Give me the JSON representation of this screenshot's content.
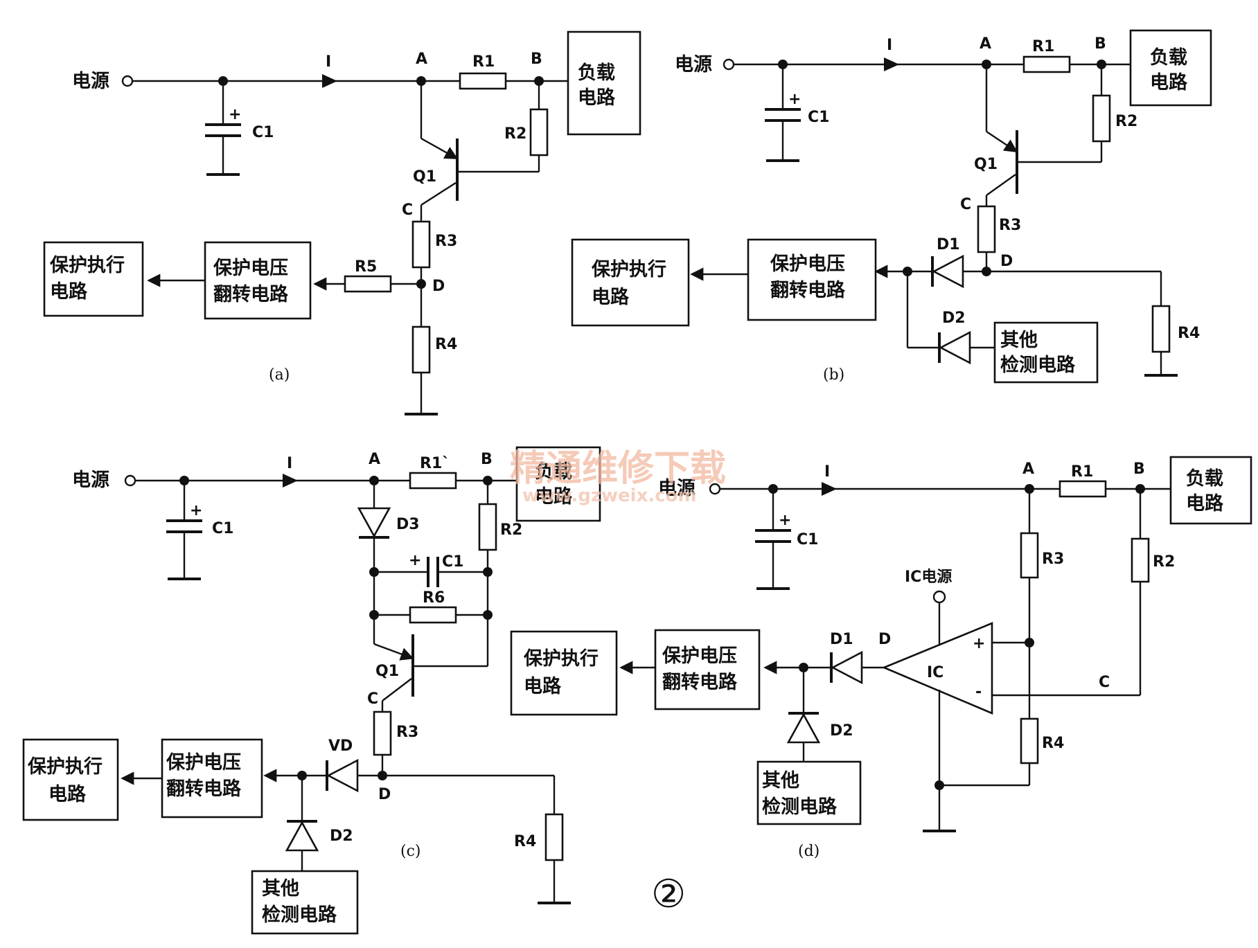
{
  "watermark": {
    "name": "精通维修下载",
    "url": "www.gzweix.com"
  },
  "figure_number": "②",
  "circuits": {
    "a": {
      "caption": "(a)",
      "power": "电源",
      "current": "I",
      "nodes": {
        "A": "A",
        "B": "B",
        "C": "C",
        "D": "D"
      },
      "parts": {
        "C1": "C1",
        "R1": "R1",
        "R2": "R2",
        "R3": "R3",
        "R4": "R4",
        "R5": "R5",
        "Q1": "Q1"
      },
      "load": [
        "负载",
        "电路"
      ],
      "flip": [
        "保护电压",
        "翻转电路"
      ],
      "exec": [
        "保护执行",
        "电路"
      ]
    },
    "b": {
      "caption": "(b)",
      "power": "电源",
      "current": "I",
      "nodes": {
        "A": "A",
        "B": "B",
        "C": "C",
        "D": "D"
      },
      "parts": {
        "C1": "C1",
        "R1": "R1",
        "R2": "R2",
        "R3": "R3",
        "R4": "R4",
        "Q1": "Q1",
        "D1": "D1",
        "D2": "D2"
      },
      "load": [
        "负载",
        "电路"
      ],
      "flip": [
        "保护电压",
        "翻转电路"
      ],
      "exec": [
        "保护执行",
        "电路"
      ],
      "other": [
        "其他",
        "检测电路"
      ]
    },
    "c": {
      "caption": "(c)",
      "power": "电源",
      "current": "I",
      "nodes": {
        "A": "A",
        "B": "B",
        "C": "C",
        "D": "D"
      },
      "parts": {
        "C1": "C1",
        "C1b": "C1",
        "R1": "R1`",
        "R2": "R2",
        "R3": "R3",
        "R4": "R4",
        "R6": "R6",
        "Q1": "Q1",
        "D2": "D2",
        "D3": "D3",
        "VD": "VD"
      },
      "load": [
        "负载",
        "电路"
      ],
      "flip": [
        "保护电压",
        "翻转电路"
      ],
      "exec": [
        "保护执行",
        "电路"
      ],
      "other": [
        "其他",
        "检测电路"
      ]
    },
    "d": {
      "caption": "(d)",
      "power": "电源",
      "current": "I",
      "nodes": {
        "A": "A",
        "B": "B",
        "C": "C",
        "D": "D"
      },
      "parts": {
        "C1": "C1",
        "R1": "R1",
        "R2": "R2",
        "R3": "R3",
        "R4": "R4",
        "D1": "D1",
        "D2": "D2",
        "IC": "IC",
        "IC_power": "IC电源",
        "plus": "+",
        "minus": "-"
      },
      "load": [
        "负载",
        "电路"
      ],
      "flip": [
        "保护电压",
        "翻转电路"
      ],
      "exec": [
        "保护执行",
        "电路"
      ],
      "other": [
        "其他",
        "检测电路"
      ]
    }
  }
}
